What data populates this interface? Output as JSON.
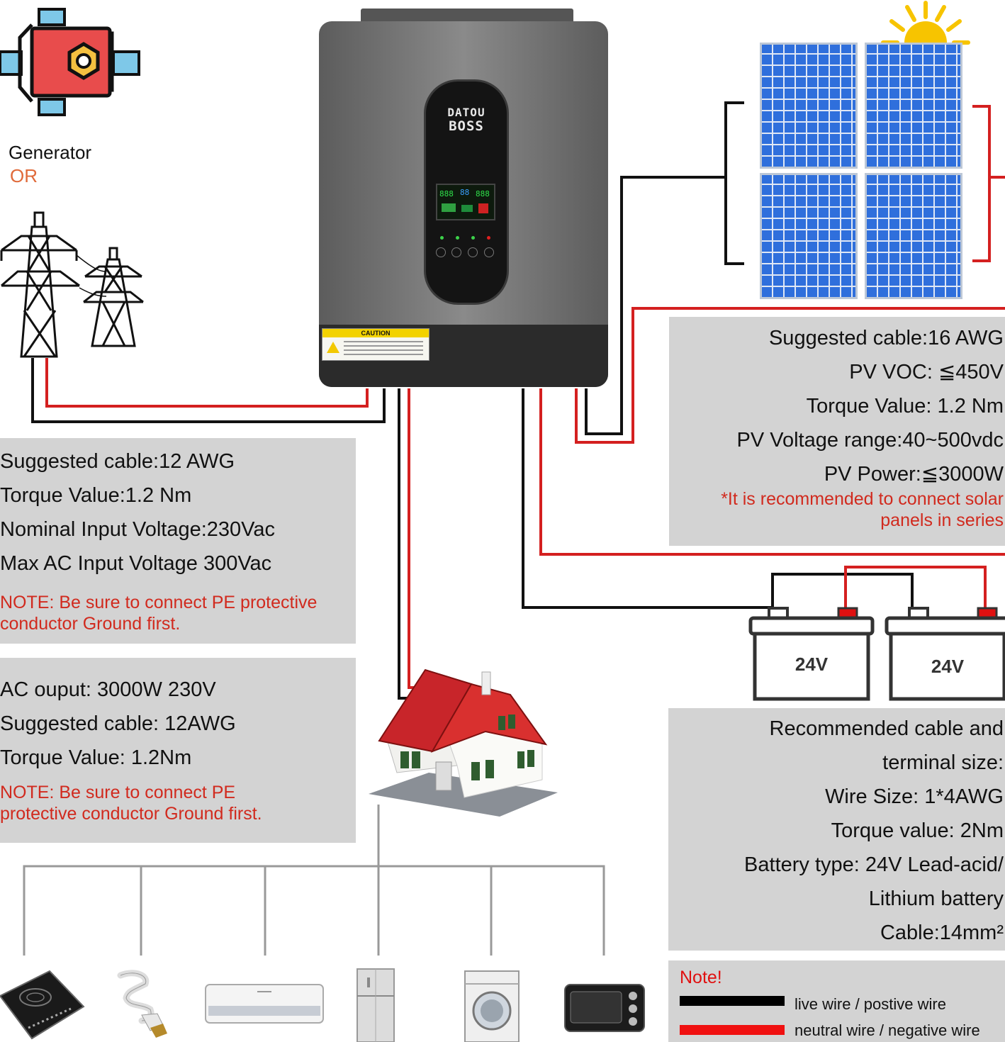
{
  "generator": {
    "label": "Generator",
    "or_label": "OR"
  },
  "inverter": {
    "brand_line1": "DATOU",
    "brand_line2": "BOSS",
    "lcd_digits_1": "888",
    "lcd_digits_2": "88",
    "lcd_digits_3": "888",
    "caution_label": "CAUTION"
  },
  "ac_input": {
    "lines": [
      "Suggested cable:12 AWG",
      "Torque Value:1.2 Nm",
      "Nominal Input Voltage:230Vac",
      "Max AC Input Voltage 300Vac"
    ],
    "note": [
      "NOTE: Be sure to connect PE protective",
      "conductor Ground first."
    ]
  },
  "ac_output": {
    "lines": [
      "AC ouput: 3000W 230V",
      "Suggested cable: 12AWG",
      "Torque Value: 1.2Nm"
    ],
    "note": [
      "NOTE: Be sure to connect PE",
      "protective conductor Ground first."
    ]
  },
  "pv": {
    "lines": [
      "Suggested cable:16 AWG",
      "PV VOC: ≦450V",
      "Torque Value: 1.2 Nm",
      "PV Voltage range:40~500vdc",
      "PV Power:≦3000W"
    ],
    "note": [
      "*It is recommended to connect solar",
      "panels in series"
    ]
  },
  "batteries": [
    {
      "label": "24V"
    },
    {
      "label": "24V"
    }
  ],
  "battery_info": {
    "lines": [
      "Recommended cable and",
      "terminal size:",
      "Wire Size: 1*4AWG",
      "Torque value: 2Nm",
      "Battery type: 24V Lead-acid/",
      "Lithium battery",
      "Cable:14mm²"
    ]
  },
  "legend": {
    "title": "Note!",
    "black_label": "live wire / postive wire",
    "red_label": "neutral wire / negative wire"
  },
  "colors": {
    "red_wire": "#e01010",
    "black_wire": "#111111",
    "panel_gray": "#d3d3d3",
    "note_red": "#d12a1e"
  },
  "appliance_icons": [
    "induction-cooker-icon",
    "light-bulb-icon",
    "air-conditioner-icon",
    "refrigerator-icon",
    "washing-machine-icon",
    "oven-icon"
  ]
}
